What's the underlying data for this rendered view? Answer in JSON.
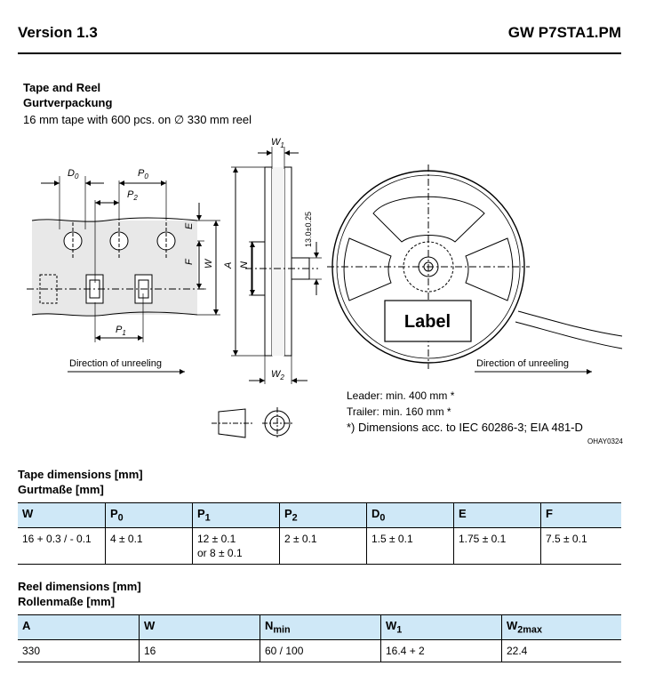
{
  "header": {
    "version": "Version 1.3",
    "part_number": "GW P7STA1.PM"
  },
  "tape_section": {
    "title_en": "Tape and Reel",
    "title_de": "Gurtverpackung",
    "description": "16 mm tape with 600 pcs. on ∅ 330 mm reel"
  },
  "drawing": {
    "dim_D0": "D0",
    "dim_P0": "P0",
    "dim_P2": "P2",
    "dim_P1": "P1",
    "dim_E": "E",
    "dim_F": "F",
    "dim_W": "W",
    "dim_A": "A",
    "dim_N": "N",
    "dim_W1": "W1",
    "dim_W2": "W2",
    "dim_13": "13.0±0.25",
    "direction_left": "Direction of unreeling",
    "direction_right": "Direction of unreeling",
    "reel_label": "Label"
  },
  "notes": {
    "leader": "Leader:   min. 400 mm *",
    "trailer": "Trailer:   min. 160 mm *",
    "dims_note": "*) Dimensions acc. to IEC 60286-3; EIA 481-D",
    "drawing_code": "OHAY0324"
  },
  "tape_table": {
    "title_en": "Tape dimensions [mm]",
    "title_de": "Gurtmaße [mm]",
    "headers": [
      {
        "main": "W",
        "sub": ""
      },
      {
        "main": "P",
        "sub": "0"
      },
      {
        "main": "P",
        "sub": "1"
      },
      {
        "main": "P",
        "sub": "2"
      },
      {
        "main": "D",
        "sub": "0"
      },
      {
        "main": "E",
        "sub": ""
      },
      {
        "main": "F",
        "sub": ""
      }
    ],
    "rows": [
      [
        "16 + 0.3 / - 0.1",
        "4 ± 0.1",
        "12 ± 0.1\nor 8 ± 0.1",
        "2 ± 0.1",
        "1.5 ± 0.1",
        "1.75 ± 0.1",
        "7.5 ± 0.1"
      ]
    ]
  },
  "reel_table": {
    "title_en": "Reel dimensions [mm]",
    "title_de": "Rollenmaße [mm]",
    "headers": [
      {
        "main": "A",
        "sub": ""
      },
      {
        "main": "W",
        "sub": ""
      },
      {
        "main": "N",
        "sub": "min"
      },
      {
        "main": "W",
        "sub": "1"
      },
      {
        "main": "W",
        "sub": "2max"
      }
    ],
    "rows": [
      [
        "330",
        "16",
        "60 / 100",
        "16.4 + 2",
        "22.4"
      ]
    ]
  }
}
